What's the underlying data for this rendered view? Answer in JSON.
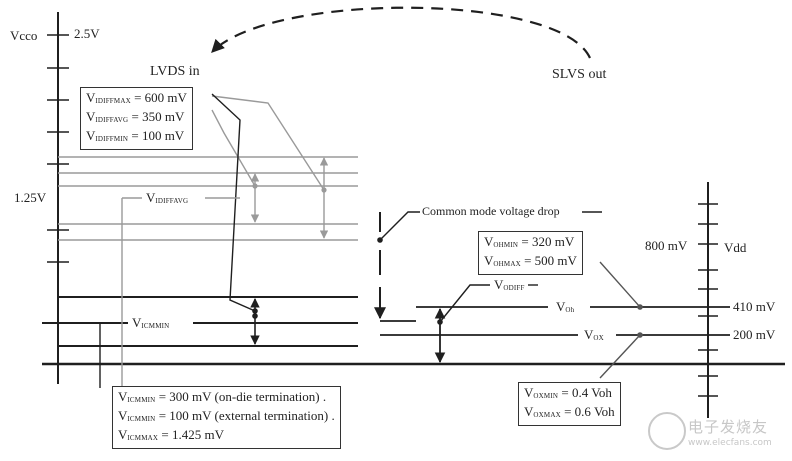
{
  "axis_labels": {
    "vcco": "Vcco",
    "v2_5": "2.5V",
    "v1_25": "1.25V",
    "mv800": "800 mV",
    "vdd": "Vdd",
    "mv410": "410 mV",
    "mv200": "200 mV"
  },
  "titles": {
    "lvds_in": "LVDS in",
    "slvs_out": "SLVS out"
  },
  "annotations": {
    "common_mode_drop": "Common mode voltage drop",
    "vidiffavg": {
      "main": "V",
      "sub": "IDIFFAVG"
    },
    "vicmmin": {
      "main": "V",
      "sub": "ICMMIN"
    },
    "vodiff": {
      "main": "V",
      "sub": "ODIFF"
    },
    "voh": {
      "main": "V",
      "sub": "Oh"
    },
    "vox": {
      "main": "V",
      "sub": "OX"
    }
  },
  "box_lvds_diff": [
    {
      "main": "V",
      "sub": "IDIFFMAX",
      "value": " = 600 mV"
    },
    {
      "main": "V",
      "sub": "IDIFFAVG",
      "value": " = 350 mV"
    },
    {
      "main": "V",
      "sub": "IDIFFMIN",
      "value": " = 100 mV"
    }
  ],
  "box_slvs_oh": [
    {
      "main": "V",
      "sub": "OHMIN",
      "value": " = 320 mV"
    },
    {
      "main": "V",
      "sub": "OHMAX",
      "value": " = 500 mV"
    }
  ],
  "box_slvs_ox": [
    {
      "main": "V",
      "sub": "OXMIN",
      "value": " = 0.4 Voh"
    },
    {
      "main": "V",
      "sub": "OXMAX",
      "value": " = 0.6 Voh"
    }
  ],
  "box_icm": [
    {
      "main": "V",
      "sub": "ICMMIN",
      "value": " = 300 mV (on-die termination) ."
    },
    {
      "main": "V",
      "sub": "ICMMIN",
      "value": " = 100 mV (external termination) ."
    },
    {
      "main": "V",
      "sub": "ICMMAX",
      "value": " = 1.425 mV"
    }
  ],
  "watermark": {
    "cn": "电子发烧友",
    "url": "www.elecfans.com"
  },
  "colors": {
    "line": "#1f1f1f",
    "grey_line": "#9a9a9a",
    "text": "#222222"
  }
}
